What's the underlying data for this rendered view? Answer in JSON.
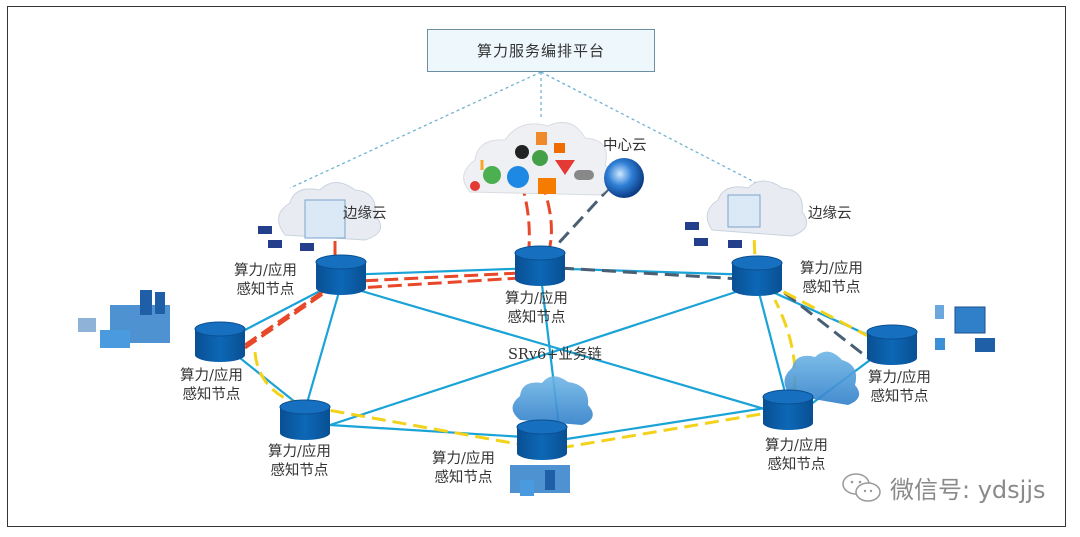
{
  "platform": {
    "title": "算力服务编排平台"
  },
  "clouds": {
    "center": {
      "label": "中心云"
    },
    "edge_left": {
      "label": "边缘云"
    },
    "edge_right": {
      "label": "边缘云"
    }
  },
  "nodes": [
    {
      "id": "n-left-top",
      "line1": "算力/应用",
      "line2": "感知节点"
    },
    {
      "id": "n-center-top",
      "line1": "算力/应用",
      "line2": "感知节点"
    },
    {
      "id": "n-right-top",
      "line1": "算力/应用",
      "line2": "感知节点"
    },
    {
      "id": "n-left-mid",
      "line1": "算力/应用",
      "line2": "感知节点"
    },
    {
      "id": "n-right-mid",
      "line1": "算力/应用",
      "line2": "感知节点"
    },
    {
      "id": "n-left-bottom",
      "line1": "算力/应用",
      "line2": "感知节点"
    },
    {
      "id": "n-center-bottom",
      "line1": "算力/应用",
      "line2": "感知节点"
    },
    {
      "id": "n-right-bottom",
      "line1": "算力/应用",
      "line2": "感知节点"
    }
  ],
  "service_chain_label": "SRv6+业务链",
  "watermark": {
    "text": "微信号: ydsjjs",
    "icon": "wechat-icon"
  },
  "colors": {
    "link": "#1aa3d6",
    "node": "#0b5fa8",
    "path_red": "#e8482a",
    "path_yellow": "#f3d21b",
    "path_gray": "#4a5f73",
    "dotted": "#6fb3d2"
  }
}
